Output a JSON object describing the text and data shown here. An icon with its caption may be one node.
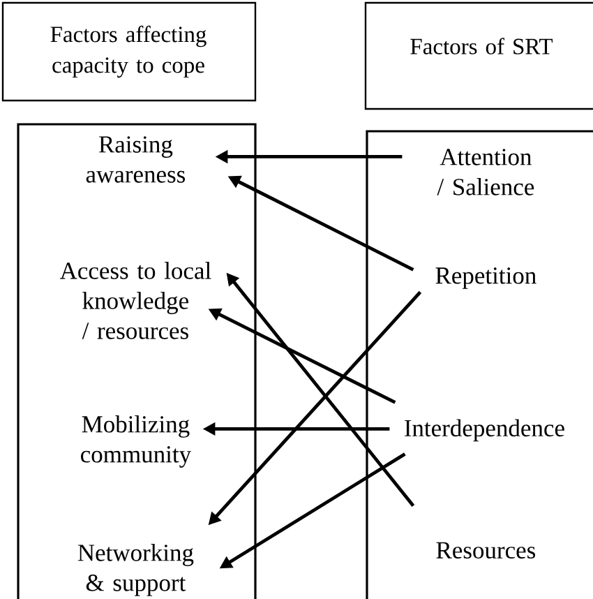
{
  "diagram": {
    "nodes": [
      {
        "text": [
          "Factors affecting capacity to cope"
        ]
      },
      {
        "text": [
          "Factors of SRT"
        ]
      },
      {
        "text": [],
        "shape": "box"
      },
      {
        "text": [
          "Raising awareness"
        ],
        "in": 2
      },
      {
        "text": [
          "Access to local knowledge / resources"
        ],
        "in": 2
      },
      {
        "text": [
          "Mobilizing community"
        ],
        "in": 2
      },
      {
        "text": [
          "Networking & support"
        ],
        "in": 2
      },
      {
        "text": [],
        "shape": "box"
      },
      {
        "text": [
          "Attention / Salience"
        ],
        "in": 7
      },
      {
        "text": [
          "Repetition"
        ],
        "in": 7
      },
      {
        "text": [
          "Interdependence"
        ],
        "in": 7
      },
      {
        "text": [
          "Resources"
        ],
        "in": 7
      }
    ],
    "edges": [
      {
        "from": 8,
        "to": 3,
        "arrow": "to"
      },
      {
        "from": 9,
        "to": 3,
        "arrow": "to"
      },
      {
        "from": 11,
        "to": 4,
        "arrow": "to"
      },
      {
        "from": 10,
        "to": 4,
        "arrow": "to"
      },
      {
        "from": 10,
        "to": 5,
        "arrow": "to"
      },
      {
        "from": 9,
        "to": 6,
        "arrow": "to"
      },
      {
        "from": 10,
        "to": 6,
        "arrow": "to"
      }
    ]
  }
}
